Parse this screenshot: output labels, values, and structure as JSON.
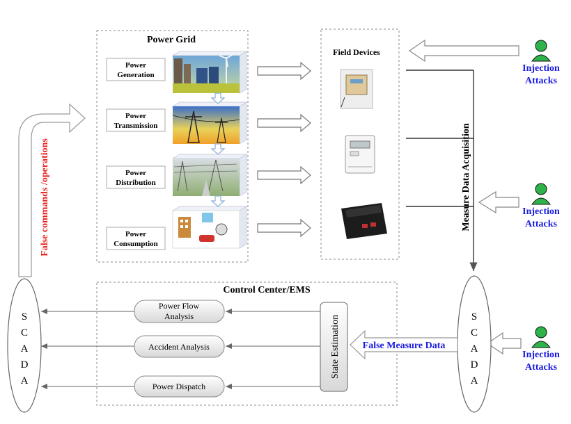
{
  "power_grid": {
    "title": "Power Grid",
    "stages": [
      {
        "line1": "Power",
        "line2": "Generation"
      },
      {
        "line1": "Power",
        "line2": "Transmission"
      },
      {
        "line1": "Power",
        "line2": "Distribution"
      },
      {
        "line1": "Power",
        "line2": "Consumption"
      }
    ]
  },
  "field_devices": {
    "title": "Field Devices"
  },
  "measure_label": "Measure Data Acquisition",
  "attacks": [
    {
      "line1": "Injection",
      "line2": "Attacks"
    },
    {
      "line1": "Injection",
      "line2": "Attacks"
    },
    {
      "line1": "Injection",
      "line2": "Attacks"
    }
  ],
  "control_center": {
    "title": "Control Center/EMS",
    "state_estimation": "State Estimation",
    "modules": [
      {
        "line1": "Power Flow",
        "line2": "Analysis"
      },
      {
        "line1": "Accident Analysis",
        "line2": ""
      },
      {
        "line1": "Power Dispatch",
        "line2": ""
      }
    ]
  },
  "scada_letters": [
    "S",
    "C",
    "A",
    "D",
    "A"
  ],
  "false_commands": "False commands /operations",
  "false_measure": "False Measure Data",
  "colors": {
    "red_label": "#e8211d",
    "blue_label": "#1a1adf",
    "attacker_green": "#2db34a"
  }
}
